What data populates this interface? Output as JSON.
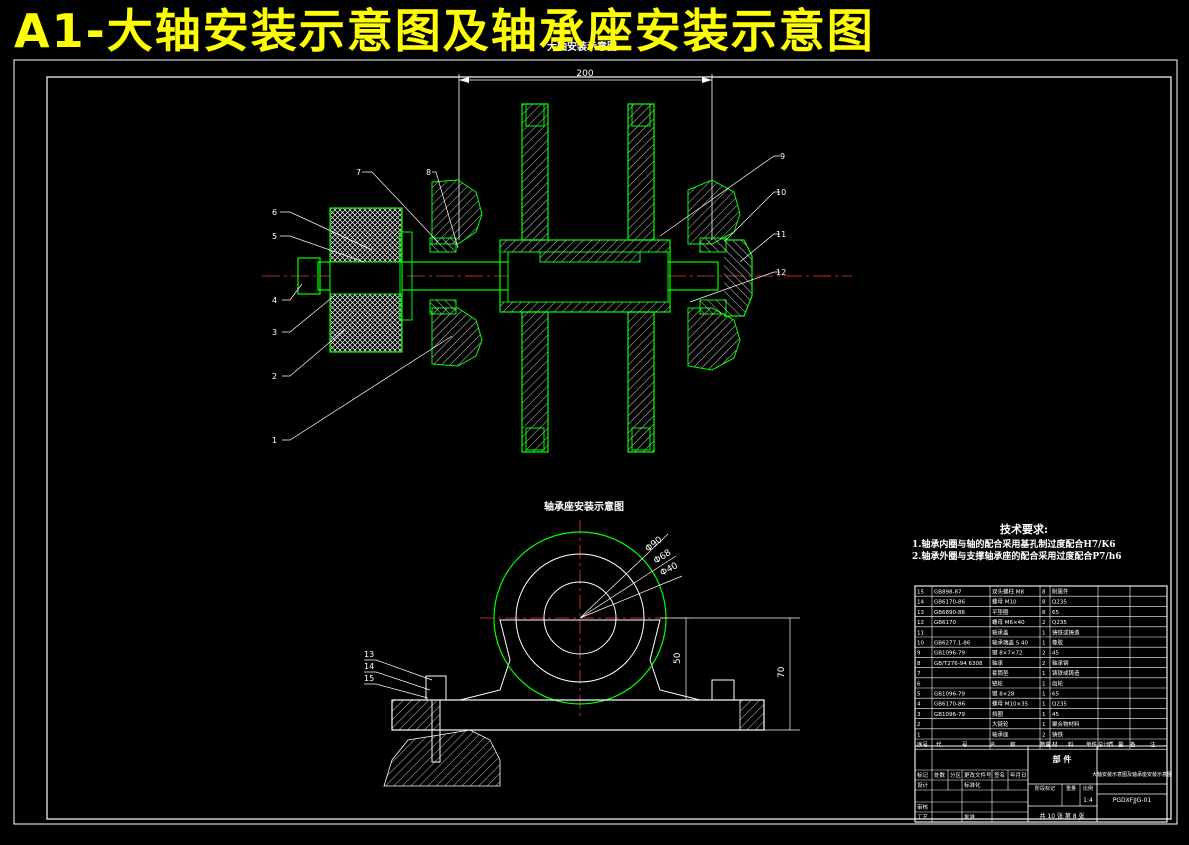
{
  "banner_title": "A1-大轴安装示意图及轴承座安装示意图",
  "top_view": {
    "title": "大轴安装示意图",
    "dimension": "200",
    "part_labels": [
      "1",
      "2",
      "3",
      "4",
      "5",
      "6",
      "7",
      "8",
      "9",
      "10",
      "11",
      "12"
    ]
  },
  "bottom_view": {
    "title": "轴承座安装示意图",
    "diameters": [
      "Φ90",
      "Φ68",
      "Φ40"
    ],
    "dims": [
      "50",
      "70"
    ],
    "part_labels": [
      "13",
      "14",
      "15"
    ]
  },
  "tech_requirements": {
    "title": "技术要求:",
    "items": [
      "1.轴承内圈与轴的配合采用基孔制过度配合H7/K6",
      "2.轴承外圈与支撑轴承座的配合采用过度配合P7/h6"
    ]
  },
  "bom": {
    "rows": [
      [
        "15",
        "GB898-87",
        "双头螺柱 M8",
        "8",
        "附属件"
      ],
      [
        "14",
        "GB6170-86",
        "螺母 M10",
        "8",
        "Q235"
      ],
      [
        "13",
        "GB6890-86",
        "平垫圈",
        "8",
        "65"
      ],
      [
        "12",
        "GB6170",
        "螺母 M6×40",
        "2",
        "Q235"
      ],
      [
        "11",
        "",
        "轴承盖",
        "1",
        "铸铁或铸造"
      ],
      [
        "10",
        "GB6277.1-86",
        "轴承端盖 S 40",
        "1",
        "橡胶"
      ],
      [
        "9",
        "GB1096-79",
        "键 8×7×72",
        "2",
        "45"
      ],
      [
        "8",
        "GB/T276-94 6308",
        "轴承",
        "2",
        "轴承钢"
      ],
      [
        "7",
        "",
        "套筒垫",
        "1",
        "铸铁或铸造"
      ],
      [
        "6",
        "",
        "链轮",
        "1",
        "齿轮"
      ],
      [
        "5",
        "GB1096-79",
        "键 8×28",
        "1",
        "65"
      ],
      [
        "4",
        "GB6170-86",
        "螺母 M10×35",
        "1",
        "Q235"
      ],
      [
        "3",
        "GB1096-79",
        "挡圈",
        "1",
        "45"
      ],
      [
        "2",
        "",
        "大链轮",
        "1",
        "聚合物材料"
      ],
      [
        "1",
        "",
        "轴承座",
        "2",
        "铸铁"
      ]
    ],
    "header": [
      "序号",
      "代",
      "号",
      "名",
      "称",
      "数量",
      "材",
      "料",
      "单件",
      "总计",
      "质",
      "量",
      "备",
      "注"
    ],
    "component_label": "部  件",
    "drawing_title": "大轴安装示意图及轴承座安装示意图",
    "drawing_number": "PGDXFJJG-01",
    "scale": "1:4",
    "sheet_info": "共 10 张  第 8 张",
    "left_labels": [
      "标记",
      "处数",
      "分区",
      "更改文件号",
      "签名",
      "年月日",
      "设计",
      "标准化",
      "审核",
      "工艺",
      "批准"
    ],
    "stage_labels": [
      "阶段标记",
      "重量",
      "比例"
    ]
  }
}
